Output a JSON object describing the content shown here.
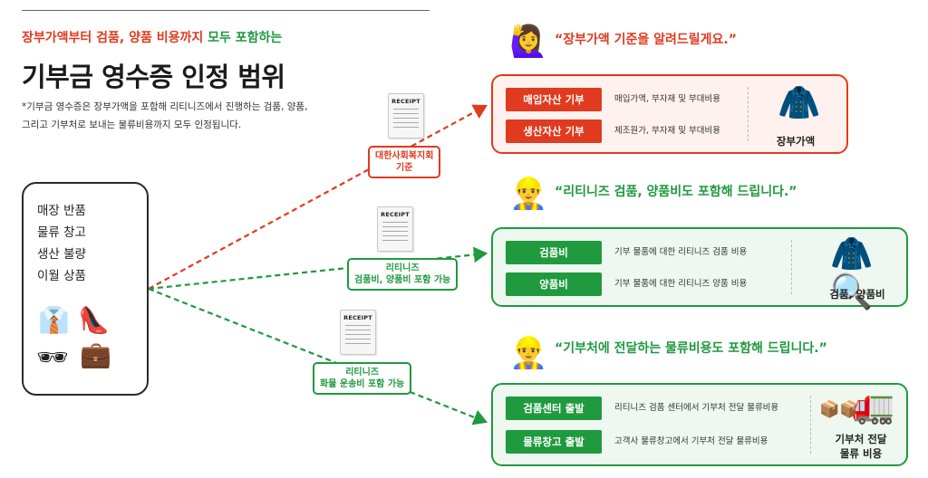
{
  "header": {
    "subtitle_red": "장부가액부터 검품, 양품 비용까지",
    "subtitle_green": "모두 포함하는",
    "title": "기부금 영수증 인정 범위",
    "desc_line1": "*기부금 영수증은 장부가액을 포함해 리티니즈에서 진행하는 검품, 양품,",
    "desc_line2": "그리고 기부처로 보내는 물류비용까지 모두 인정됩니다."
  },
  "source": {
    "items": [
      "매장 반품",
      "물류 창고",
      "생산 불량",
      "이월 상품"
    ],
    "icons": [
      "shirt-icon",
      "heel-icon",
      "sunglasses-icon",
      "briefcase-icon"
    ]
  },
  "receipt": {
    "title": "RECEIPT"
  },
  "flows": [
    {
      "badge_line1": "대한사회복지회",
      "badge_line2": "기준",
      "quote": "“장부가액 기준을 알려드릴게요.”",
      "person_icon": "woman-raising-hand-icon",
      "rows": [
        {
          "label": "매입자산 기부",
          "desc": "매입가액, 부자재 및 부대비용"
        },
        {
          "label": "생산자산 기부",
          "desc": "제조원가, 부자재 및 부대비용"
        }
      ],
      "item_icon": "trench-coat-icon",
      "item_label_line1": "장부가액",
      "item_label_line2": "",
      "color": "#e03a1f"
    },
    {
      "badge_line1": "리티니즈",
      "badge_line2": "검품비, 양품비 포함 가능",
      "quote": "“리티니즈 검품, 양품비도 포함해 드립니다.”",
      "person_icon": "worker-icon",
      "rows": [
        {
          "label": "검품비",
          "desc": "기부 물품에 대한 리티니즈 검품 비용"
        },
        {
          "label": "양품비",
          "desc": "기부 물품에 대한 리티니즈 양품 비용"
        }
      ],
      "item_icon": "inspection-items-icon",
      "item_label_line1": "검품, 양품비",
      "item_label_line2": "",
      "color": "#1f9a3f"
    },
    {
      "badge_line1": "리티니즈",
      "badge_line2": "화물 운송비 포함 가능",
      "quote": "“기부처에 전달하는 물류비용도 포함해 드립니다.”",
      "person_icon": "worker-icon",
      "rows": [
        {
          "label": "검품센터 출발",
          "desc": "리티니즈 검품 센터에서 기부처 전달 물류비용"
        },
        {
          "label": "물류창고 출발",
          "desc": "고객사 물류창고에서 기부처 전달 물류비용"
        }
      ],
      "item_icon": "delivery-truck-icon",
      "item_label_line1": "기부처 전달",
      "item_label_line2": "물류 비용",
      "color": "#1f9a3f"
    }
  ]
}
